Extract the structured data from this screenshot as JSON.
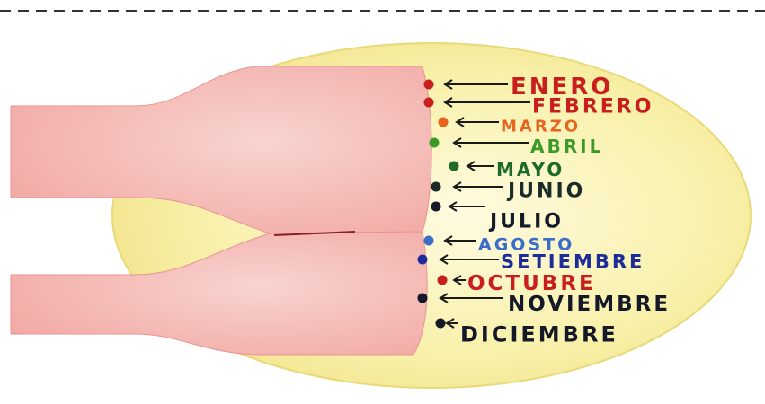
{
  "months": [
    {
      "label": "ENERO",
      "color": "#c81e1e"
    },
    {
      "label": "FEBRERO",
      "color": "#c81e1e"
    },
    {
      "label": "MARZO",
      "color": "#e8641e"
    },
    {
      "label": "ABRIL",
      "color": "#3c9a28"
    },
    {
      "label": "MAYO",
      "color": "#1e6a28"
    },
    {
      "label": "JUNIO",
      "color": "#1c2b2a"
    },
    {
      "label": "JULIO",
      "color": "#141a28"
    },
    {
      "label": "AGOSTO",
      "color": "#3a6ec8"
    },
    {
      "label": "SETIEMBRE",
      "color": "#1e2c9a"
    },
    {
      "label": "OCTUBRE",
      "color": "#c81e1e"
    },
    {
      "label": "NOVIEMBRE",
      "color": "#141828"
    },
    {
      "label": "DICIEMBRE",
      "color": "#141828"
    }
  ],
  "colors": {
    "yolk": "#f6ec9c",
    "membrane": "#f4b0ac",
    "dash": "#333333"
  }
}
